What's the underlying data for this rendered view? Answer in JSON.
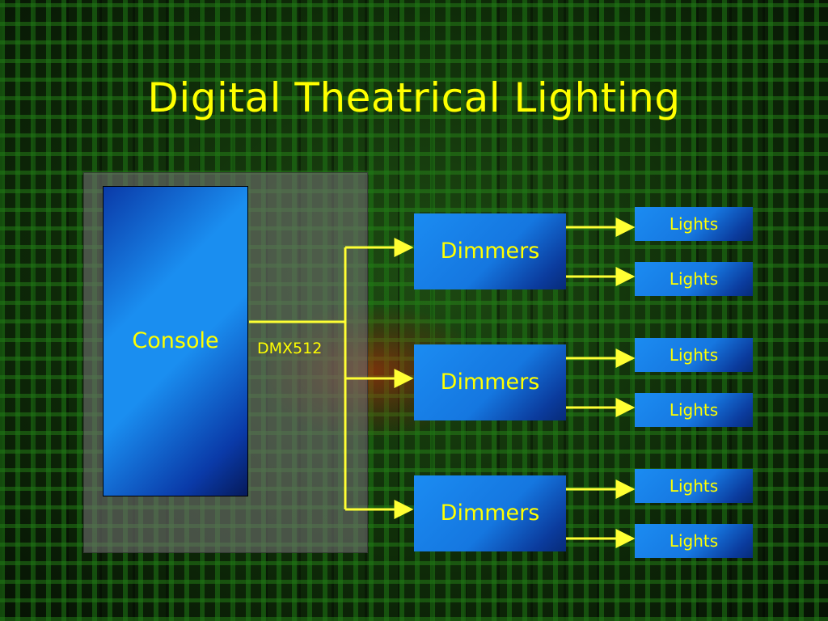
{
  "slide": {
    "title": "Digital Theatrical Lighting"
  },
  "diagram": {
    "console_label": "Console",
    "link_label": "DMX512",
    "dimmers": [
      {
        "label": "Dimmers",
        "lights": [
          "Lights",
          "Lights"
        ]
      },
      {
        "label": "Dimmers",
        "lights": [
          "Lights",
          "Lights"
        ]
      },
      {
        "label": "Dimmers",
        "lights": [
          "Lights",
          "Lights"
        ]
      }
    ]
  },
  "colors": {
    "text": "#ffff00",
    "wire": "#ffff33",
    "box_blue": "#1a8ef0",
    "box_dark_blue": "#0a3aa8",
    "panel_gray": "#6e6e6e",
    "background_green": "#1d4a12"
  }
}
